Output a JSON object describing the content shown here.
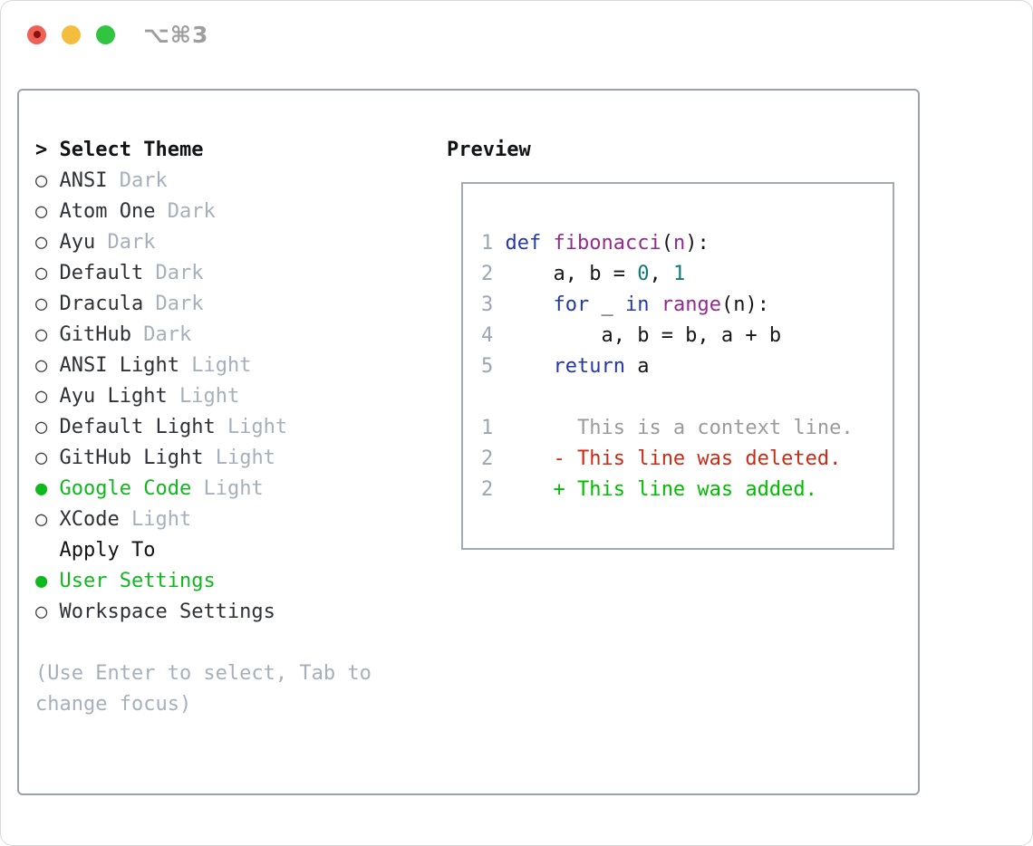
{
  "titlebar": {
    "shortcut": "⌥⌘3",
    "buttons": [
      "close",
      "minimize",
      "zoom"
    ]
  },
  "left": {
    "header": "Select Theme",
    "cursor": ">",
    "radio_unselected": "○",
    "radio_selected": "●",
    "themes": [
      {
        "name": "ANSI",
        "variant": "Dark",
        "selected": false
      },
      {
        "name": "Atom One",
        "variant": "Dark",
        "selected": false
      },
      {
        "name": "Ayu",
        "variant": "Dark",
        "selected": false
      },
      {
        "name": "Default",
        "variant": "Dark",
        "selected": false
      },
      {
        "name": "Dracula",
        "variant": "Dark",
        "selected": false
      },
      {
        "name": "GitHub",
        "variant": "Dark",
        "selected": false
      },
      {
        "name": "ANSI Light",
        "variant": "Light",
        "selected": false
      },
      {
        "name": "Ayu Light",
        "variant": "Light",
        "selected": false
      },
      {
        "name": "Default Light",
        "variant": "Light",
        "selected": false
      },
      {
        "name": "GitHub Light",
        "variant": "Light",
        "selected": false
      },
      {
        "name": "Google Code",
        "variant": "Light",
        "selected": true
      },
      {
        "name": "XCode",
        "variant": "Light",
        "selected": false
      }
    ],
    "apply_to": {
      "header": "Apply To",
      "options": [
        {
          "label": "User Settings",
          "selected": true
        },
        {
          "label": "Workspace Settings",
          "selected": false
        }
      ]
    },
    "hint": "(Use Enter to select, Tab to change focus)"
  },
  "preview": {
    "header": "Preview",
    "code": [
      {
        "num": "1",
        "indent": 0,
        "tokens": [
          [
            "kw",
            "def"
          ],
          [
            "pl",
            " "
          ],
          [
            "fn",
            "fibonacci"
          ],
          [
            "pl",
            "("
          ],
          [
            "fn",
            "n"
          ],
          [
            "pl",
            "):"
          ]
        ]
      },
      {
        "num": "2",
        "indent": 4,
        "tokens": [
          [
            "pl",
            "a, b = "
          ],
          [
            "lit",
            "0"
          ],
          [
            "pl",
            ", "
          ],
          [
            "lit",
            "1"
          ]
        ]
      },
      {
        "num": "3",
        "indent": 4,
        "tokens": [
          [
            "kw",
            "for"
          ],
          [
            "pl",
            " _ "
          ],
          [
            "kw",
            "in"
          ],
          [
            "pl",
            " "
          ],
          [
            "fn",
            "range"
          ],
          [
            "pl",
            "(n):"
          ]
        ]
      },
      {
        "num": "4",
        "indent": 8,
        "tokens": [
          [
            "pl",
            "a, b = b, a + b"
          ]
        ]
      },
      {
        "num": "5",
        "indent": 4,
        "tokens": [
          [
            "kw",
            "return"
          ],
          [
            "pl",
            " a"
          ]
        ]
      }
    ],
    "diff": [
      {
        "num": "1",
        "marker": " ",
        "text": "This is a context line.",
        "kind": "context"
      },
      {
        "num": "2",
        "marker": "-",
        "text": "This line was deleted.",
        "kind": "deleted"
      },
      {
        "num": "2",
        "marker": "+",
        "text": "This line was added.",
        "kind": "added"
      }
    ]
  },
  "colors": {
    "accent": "#0fb81d",
    "keyword": "#2438ab",
    "name": "#932a8e",
    "literal": "#0e7a78",
    "diff_deleted": "#cb2b15",
    "diff_added": "#00bd00",
    "diff_context": "#9a9a9a",
    "line_number": "#9aa6b6",
    "muted": "#a6b0bd",
    "border": "#99a2ad",
    "traffic_red": "#ee6156",
    "traffic_yellow": "#f5bd3e",
    "traffic_green": "#30c440"
  }
}
